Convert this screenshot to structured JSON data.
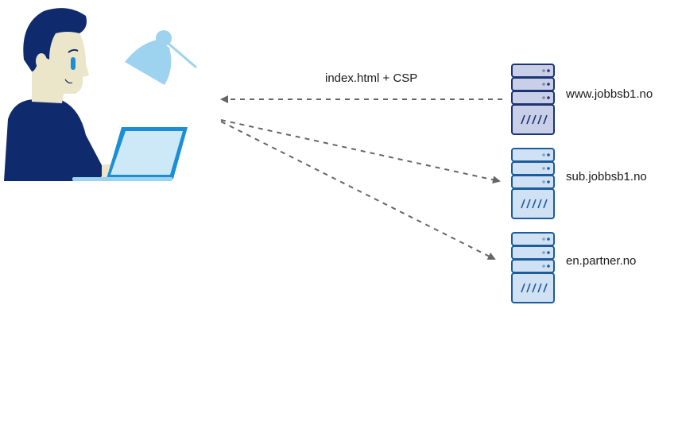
{
  "diagram": {
    "user": {
      "name": "user-at-laptop"
    },
    "arrows": [
      {
        "id": "response",
        "label": "index.html + CSP",
        "direction": "server-to-user",
        "target": "www.jobbsb1.no"
      },
      {
        "id": "request-sub",
        "label": "",
        "direction": "user-to-server",
        "target": "sub.jobbsb1.no"
      },
      {
        "id": "request-partner",
        "label": "",
        "direction": "user-to-server",
        "target": "en.partner.no"
      }
    ],
    "servers": [
      {
        "host": "www.jobbsb1.no",
        "stroke": "#1b3475",
        "fill": "#c9cfe6",
        "dot": "#1b3475"
      },
      {
        "host": "sub.jobbsb1.no",
        "stroke": "#1d5c9c",
        "fill": "#cfe1f3",
        "dot": "#1d5c9c"
      },
      {
        "host": "en.partner.no",
        "stroke": "#1d5c9c",
        "fill": "#cfe1f3",
        "dot": "#1d5c9c"
      }
    ],
    "colors": {
      "arrow": "#666666",
      "navy": "#0f2b6e",
      "skin": "#ebe5c9",
      "lamp": "#9dd3ee",
      "laptop_frame": "#1a8fd6",
      "laptop_screen": "#cde8f7"
    }
  }
}
